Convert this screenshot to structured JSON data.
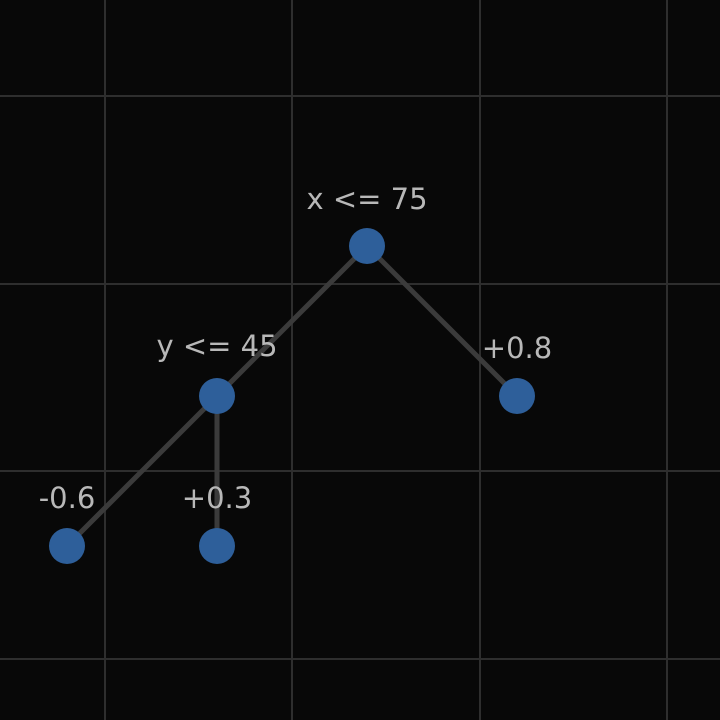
{
  "tree": {
    "colors": {
      "background": "#080808",
      "grid": "#2e2e2e",
      "edge": "#3b3b3b",
      "node": "#2e5f9a",
      "label": "#b8b8b8"
    },
    "nodes": [
      {
        "id": "root",
        "label": "x <= 75"
      },
      {
        "id": "split-y",
        "label": "y <= 45"
      },
      {
        "id": "leaf-right",
        "label": "+0.8"
      },
      {
        "id": "leaf-left-left",
        "label": "-0.6"
      },
      {
        "id": "leaf-left-right",
        "label": "+0.3"
      }
    ],
    "edges": [
      {
        "from": "root",
        "to": "split-y"
      },
      {
        "from": "root",
        "to": "leaf-right"
      },
      {
        "from": "split-y",
        "to": "leaf-left-left"
      },
      {
        "from": "split-y",
        "to": "leaf-left-right"
      }
    ]
  }
}
